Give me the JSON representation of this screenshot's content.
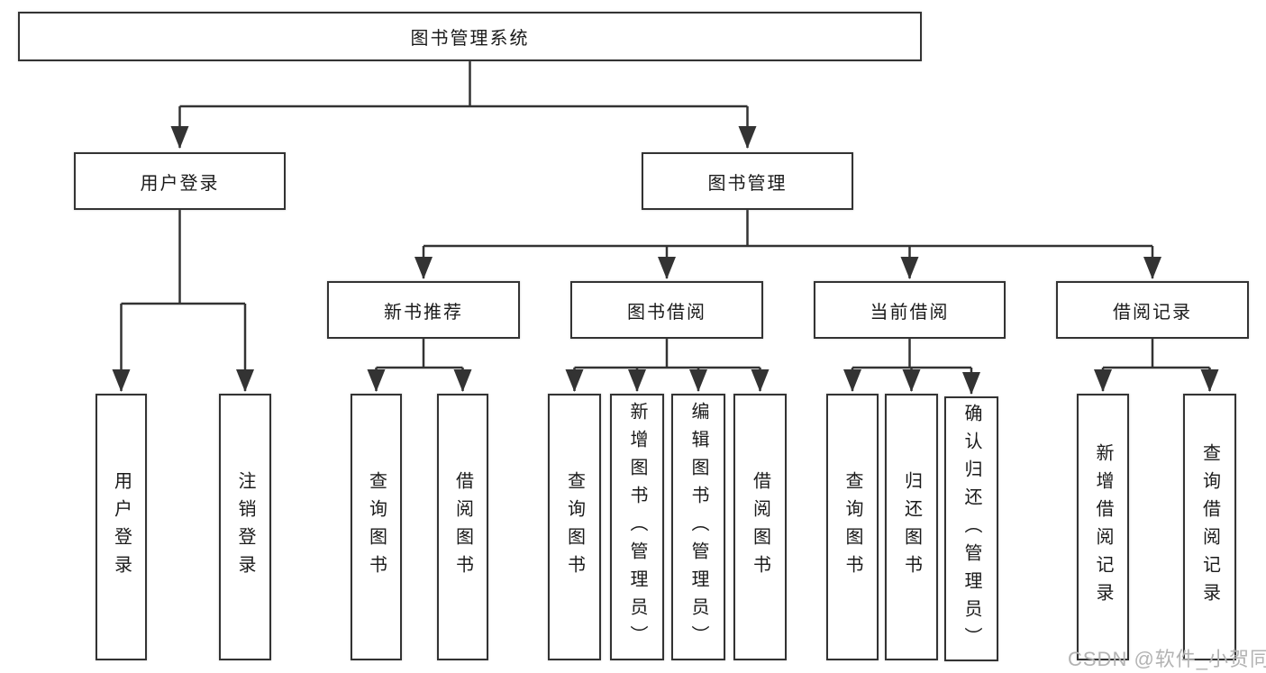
{
  "root": {
    "label": "图书管理系统"
  },
  "level2": {
    "user_login": {
      "label": "用户登录"
    },
    "book_mgmt": {
      "label": "图书管理"
    }
  },
  "level3": {
    "new_book": {
      "label": "新书推荐"
    },
    "book_borrow": {
      "label": "图书借阅"
    },
    "current_borrow": {
      "label": "当前借阅"
    },
    "borrow_record": {
      "label": "借阅记录"
    }
  },
  "leaves": {
    "user_login": [
      "用户登录",
      "注销登录"
    ],
    "new_book": [
      "查询图书",
      "借阅图书"
    ],
    "book_borrow": [
      "查询图书",
      "新增图书（管理员）",
      "编辑图书（管理员）",
      "借阅图书"
    ],
    "current_borrow": [
      "查询图书",
      "归还图书",
      "确认归还（管理员）"
    ],
    "borrow_record": [
      "新增借阅记录",
      "查询借阅记录"
    ]
  },
  "watermark": {
    "text": "CSDN @软件_小贺同学"
  },
  "colors": {
    "line": "#333333",
    "border": "#333333",
    "text": "#1a1a1a",
    "watermark": "#b3b3b3",
    "background": "#ffffff"
  }
}
